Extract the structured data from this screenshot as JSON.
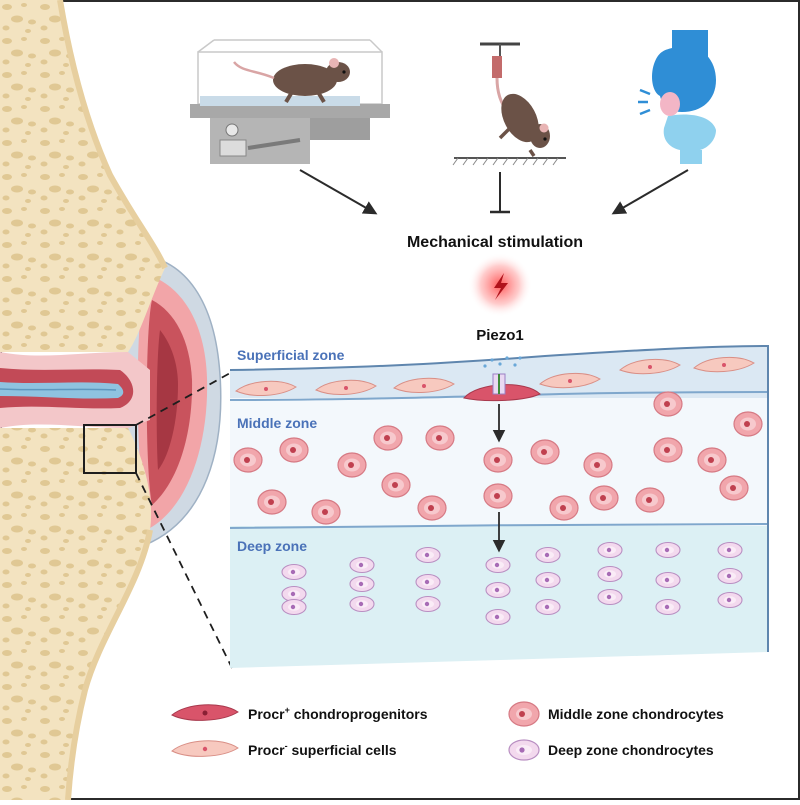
{
  "title": "Mechanical stimulation",
  "channel": "Piezo1",
  "zones": {
    "superficial": "Superficial zone",
    "middle": "Middle zone",
    "deep": "Deep zone"
  },
  "legend": {
    "procr_pos": {
      "prefix": "Procr",
      "sup": "+",
      "suffix": " chondroprogenitors"
    },
    "procr_neg": {
      "prefix": "Procr",
      "sup": "-",
      "suffix": " superficial cells"
    },
    "middle": "Middle zone chondrocytes",
    "deep": "Deep zone chondrocytes"
  },
  "colors": {
    "zone_label": "#4a72b8",
    "bone": "#f3e3c0",
    "cartilage_pink": "#f2a5a8",
    "marrow_red": "#b8444f",
    "procr_pos_cell": "#d9546a",
    "procr_neg_cell": "#f7c9bf",
    "middle_cell": "#f1a6ac",
    "deep_cell": "#f3d9ee"
  },
  "icons": {
    "treadmill": "treadmill-mouse-icon",
    "suspension": "tail-suspension-mouse-icon",
    "joint": "knee-joint-injury-icon",
    "lightning": "lightning-icon"
  }
}
